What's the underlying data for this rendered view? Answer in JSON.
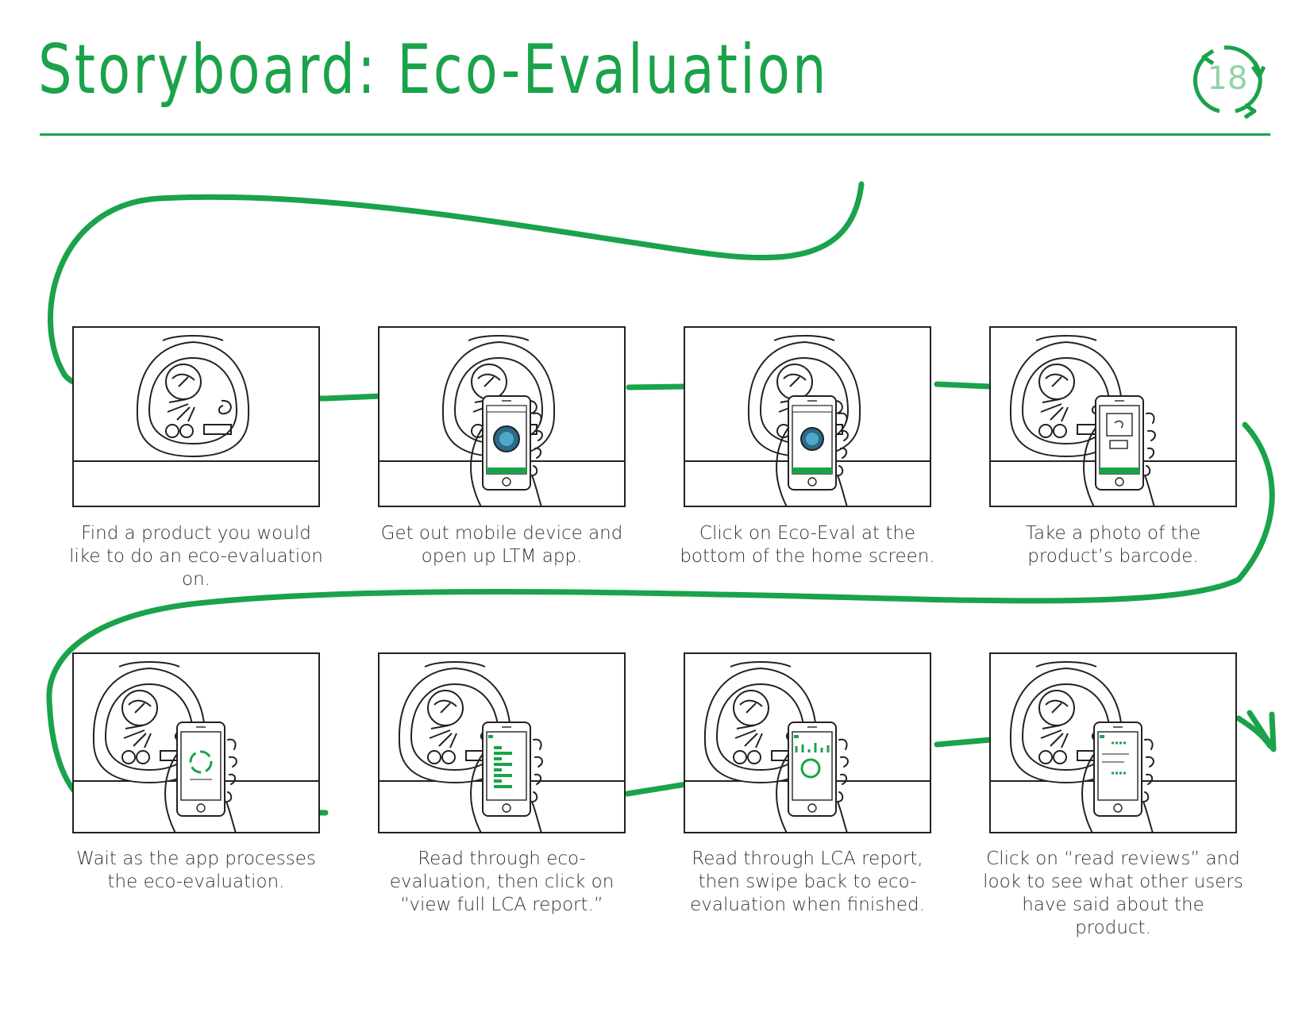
{
  "title": "Storyboard: Eco-Evaluation",
  "page_number": "18",
  "colors": {
    "accent": "#1aa34a",
    "badge": "#8fd4a6",
    "line": "#222222"
  },
  "steps": [
    {
      "caption": "Find a product you would like to do an eco-evaluation on.",
      "scene": "product"
    },
    {
      "caption": "Get out mobile device and open up LTM app.",
      "scene": "phone-logo"
    },
    {
      "caption": "Click on Eco-Eval at the bottom of the home screen.",
      "scene": "phone-tap"
    },
    {
      "caption": "Take a photo of the product’s barcode.",
      "scene": "phone-camera"
    },
    {
      "caption": "Wait as the app processes the eco-evaluation.",
      "scene": "phone-loading"
    },
    {
      "caption": "Read through eco-evaluation, then click on “view full LCA report.”",
      "scene": "phone-bars"
    },
    {
      "caption": "Read through LCA report, then swipe back to eco-evaluation when finished.",
      "scene": "phone-report"
    },
    {
      "caption": "Click on “read reviews” and look to see what other users have said about the product.",
      "scene": "phone-reviews"
    }
  ]
}
